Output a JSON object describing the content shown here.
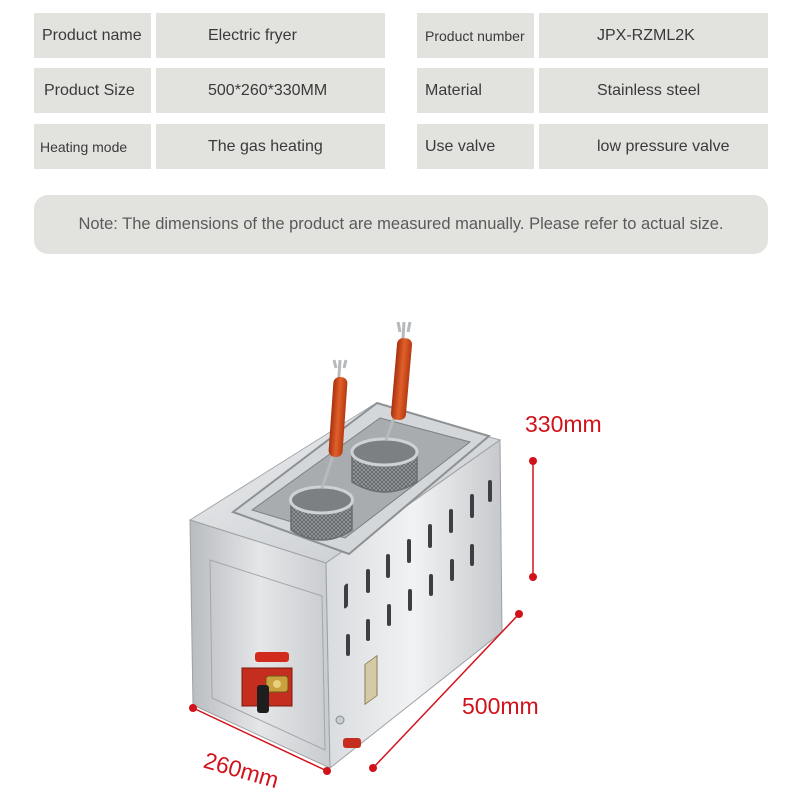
{
  "specs": {
    "product_name_label": "Product name",
    "product_name_value": "Electric fryer",
    "product_number_label": "Product number",
    "product_number_value": "JPX-RZML2K",
    "product_size_label": "Product Size",
    "product_size_value": "500*260*330MM",
    "material_label": "Material",
    "material_value": "Stainless steel",
    "heating_mode_label": "Heating mode",
    "heating_mode_value": "The gas heating",
    "use_valve_label": "Use valve",
    "use_valve_value": "low pressure valve"
  },
  "note": "Note: The dimensions of the product are measured manually. Please refer to actual size.",
  "dimensions": {
    "height": "330mm",
    "length": "500mm",
    "width": "260mm"
  },
  "colors": {
    "cell_background": "#e2e2df",
    "dimension_red": "#d2121b",
    "handle_orange": "#d44a1c"
  }
}
